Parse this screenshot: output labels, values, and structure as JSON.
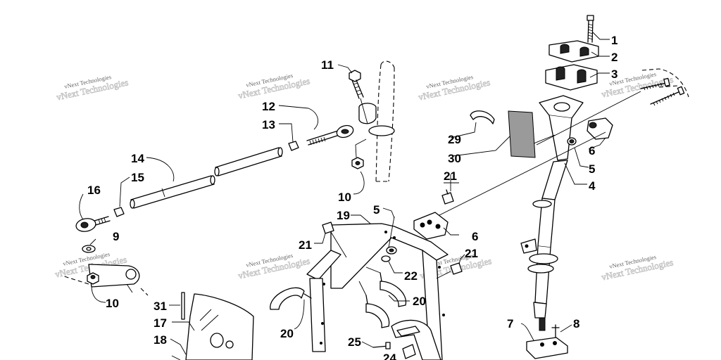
{
  "diagram": {
    "watermark": "vNext Technologies",
    "callouts": [
      {
        "id": "c1",
        "label": "1"
      },
      {
        "id": "c2",
        "label": "2"
      },
      {
        "id": "c3",
        "label": "3"
      },
      {
        "id": "c4",
        "label": "4"
      },
      {
        "id": "c5a",
        "label": "5"
      },
      {
        "id": "c5b",
        "label": "5"
      },
      {
        "id": "c6a",
        "label": "6"
      },
      {
        "id": "c6b",
        "label": "6"
      },
      {
        "id": "c7",
        "label": "7"
      },
      {
        "id": "c8",
        "label": "8"
      },
      {
        "id": "c9",
        "label": "9"
      },
      {
        "id": "c10a",
        "label": "10"
      },
      {
        "id": "c10b",
        "label": "10"
      },
      {
        "id": "c11",
        "label": "11"
      },
      {
        "id": "c12",
        "label": "12"
      },
      {
        "id": "c13",
        "label": "13"
      },
      {
        "id": "c14",
        "label": "14"
      },
      {
        "id": "c15",
        "label": "15"
      },
      {
        "id": "c16",
        "label": "16"
      },
      {
        "id": "c17",
        "label": "17"
      },
      {
        "id": "c18",
        "label": "18"
      },
      {
        "id": "c19",
        "label": "19"
      },
      {
        "id": "c20a",
        "label": "20"
      },
      {
        "id": "c20b",
        "label": "20"
      },
      {
        "id": "c21a",
        "label": "21"
      },
      {
        "id": "c21b",
        "label": "21"
      },
      {
        "id": "c21c",
        "label": "21"
      },
      {
        "id": "c22",
        "label": "22"
      },
      {
        "id": "c24",
        "label": "24"
      },
      {
        "id": "c25",
        "label": "25"
      },
      {
        "id": "c29",
        "label": "29"
      },
      {
        "id": "c30",
        "label": "30"
      },
      {
        "id": "c31",
        "label": "31"
      }
    ]
  }
}
